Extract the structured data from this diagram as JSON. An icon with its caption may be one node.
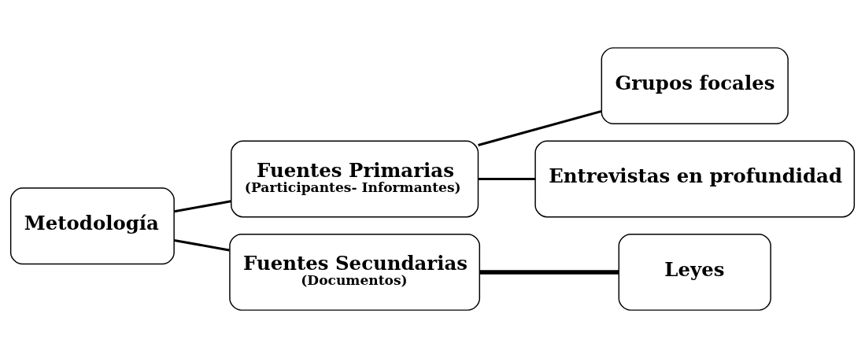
{
  "diagram": {
    "nodes": [
      {
        "text": [
          "Metodología"
        ]
      },
      {
        "text": [
          "Fuentes Primarias",
          "(Participantes- Informantes)"
        ]
      },
      {
        "text": [
          "Grupos focales"
        ]
      },
      {
        "text": [
          "Entrevistas en profundidad"
        ]
      },
      {
        "text": [
          "Fuentes Secundarias",
          "(Documentos)"
        ]
      },
      {
        "text": [
          "Leyes"
        ]
      }
    ],
    "edges": [
      {
        "from": 0,
        "to": 1,
        "arrow": "none"
      },
      {
        "from": 1,
        "to": 2,
        "arrow": "none"
      },
      {
        "from": 1,
        "to": 3,
        "arrow": "none"
      },
      {
        "from": 0,
        "to": 4,
        "arrow": "none"
      },
      {
        "from": 4,
        "to": 5,
        "arrow": "none",
        "style": "thick"
      }
    ]
  }
}
